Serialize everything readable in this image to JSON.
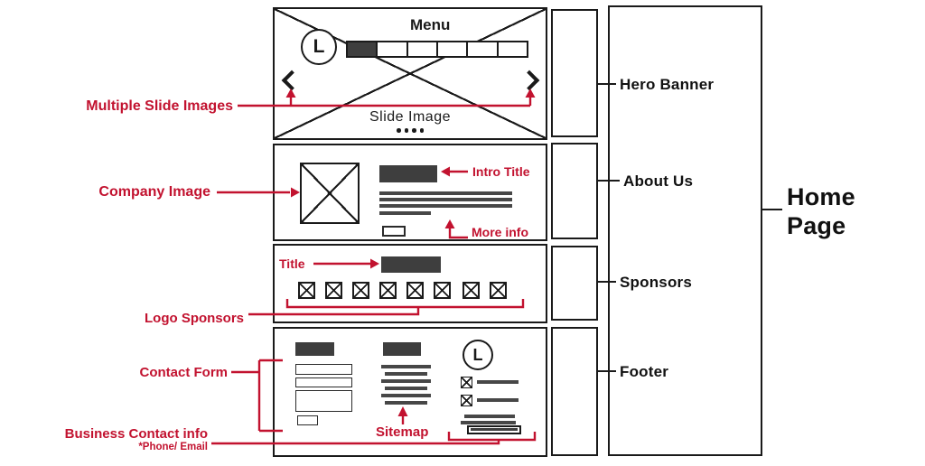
{
  "colors": {
    "accent": "#c2122f",
    "ink": "#1a1a1a",
    "fill_dark": "#3e3e3e",
    "fill_gray": "#474747"
  },
  "wireframe": {
    "menu_label": "Menu",
    "logo_letter": "L",
    "slide_label": "Slide Image",
    "footer_logo_letter": "L"
  },
  "annotations_left": {
    "multiple_slide_images": "Multiple Slide Images",
    "company_image": "Company Image",
    "title": "Title",
    "logo_sponsors": "Logo Sponsors",
    "contact_form": "Contact Form",
    "business_contact_info": "Business Contact info",
    "phone_email": "*Phone/ Email",
    "intro_title": "Intro Title",
    "more_info": "More info",
    "sitemap": "Sitemap"
  },
  "annotations_right": {
    "hero_banner": "Hero Banner",
    "about_us": "About Us",
    "sponsors": "Sponsors",
    "footer": "Footer",
    "home_page": "Home Page"
  }
}
